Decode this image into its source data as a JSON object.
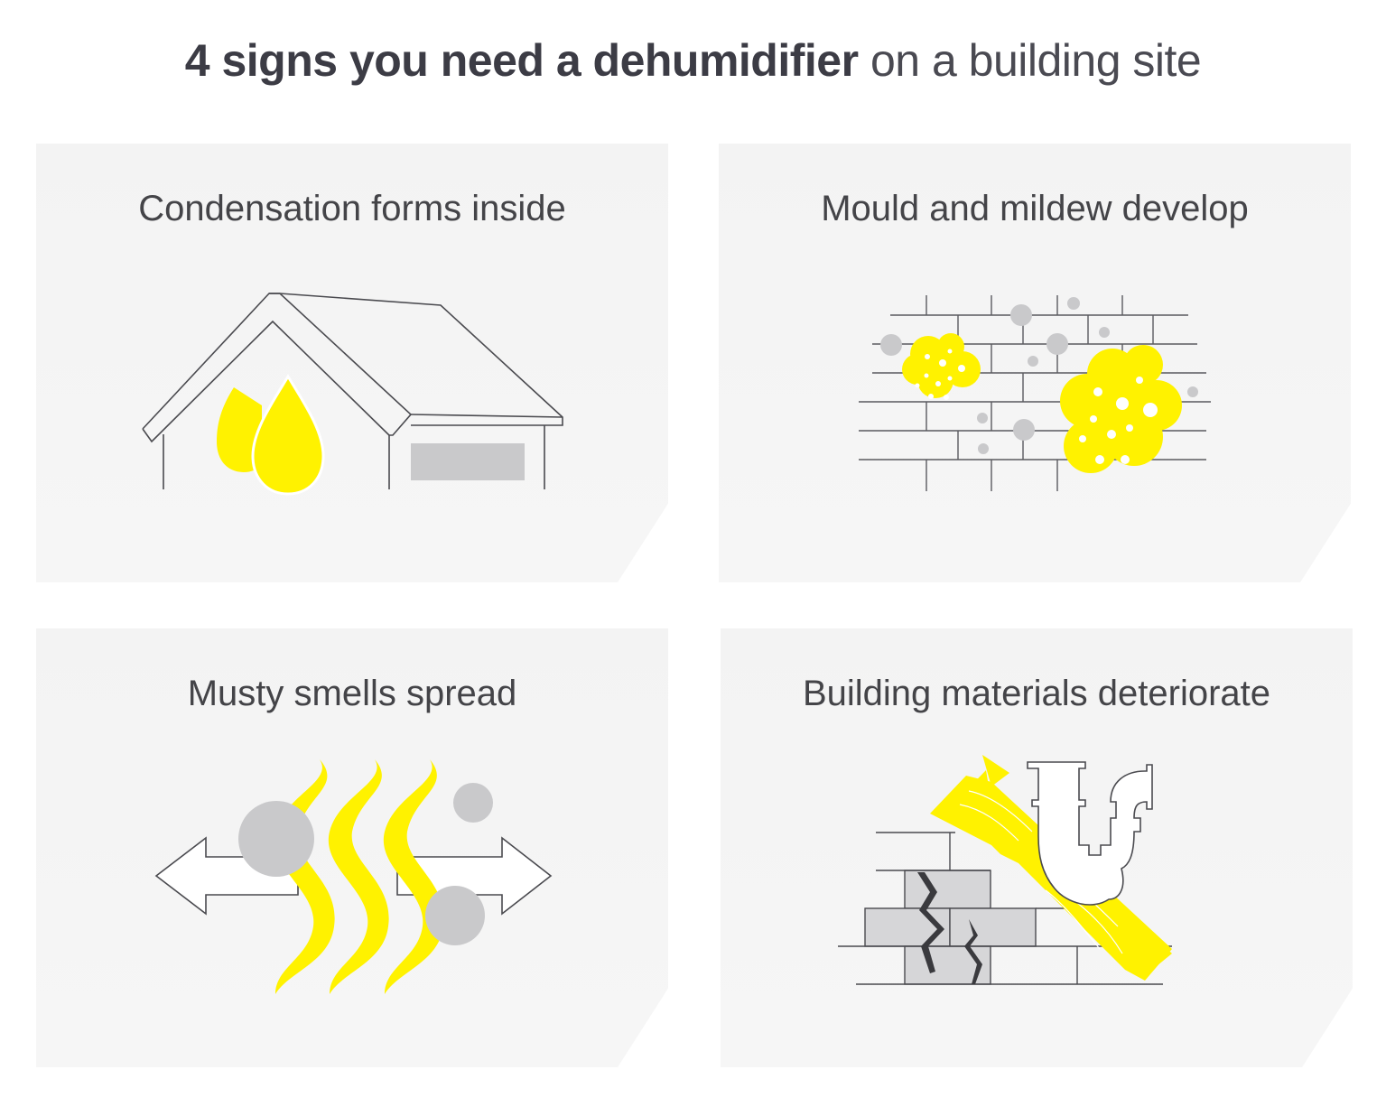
{
  "title": {
    "bold": "4 signs you need a dehumidifier",
    "light": " on a building site"
  },
  "cards": [
    {
      "label": "Condensation forms inside",
      "icon": "house-with-water-drops-icon"
    },
    {
      "label": "Mould and mildew develop",
      "icon": "brick-wall-with-mould-icon"
    },
    {
      "label": "Musty smells spread",
      "icon": "odour-waves-arrows-icon"
    },
    {
      "label": "Building materials deteriorate",
      "icon": "cracked-bricks-rotting-wood-pipe-icon"
    }
  ],
  "colors": {
    "accent_yellow": "#fff200",
    "grey_fill": "#c9c9cb",
    "line": "#4a4a4f",
    "card_bg": "#f4f4f4",
    "title_text": "#3c3c45"
  }
}
